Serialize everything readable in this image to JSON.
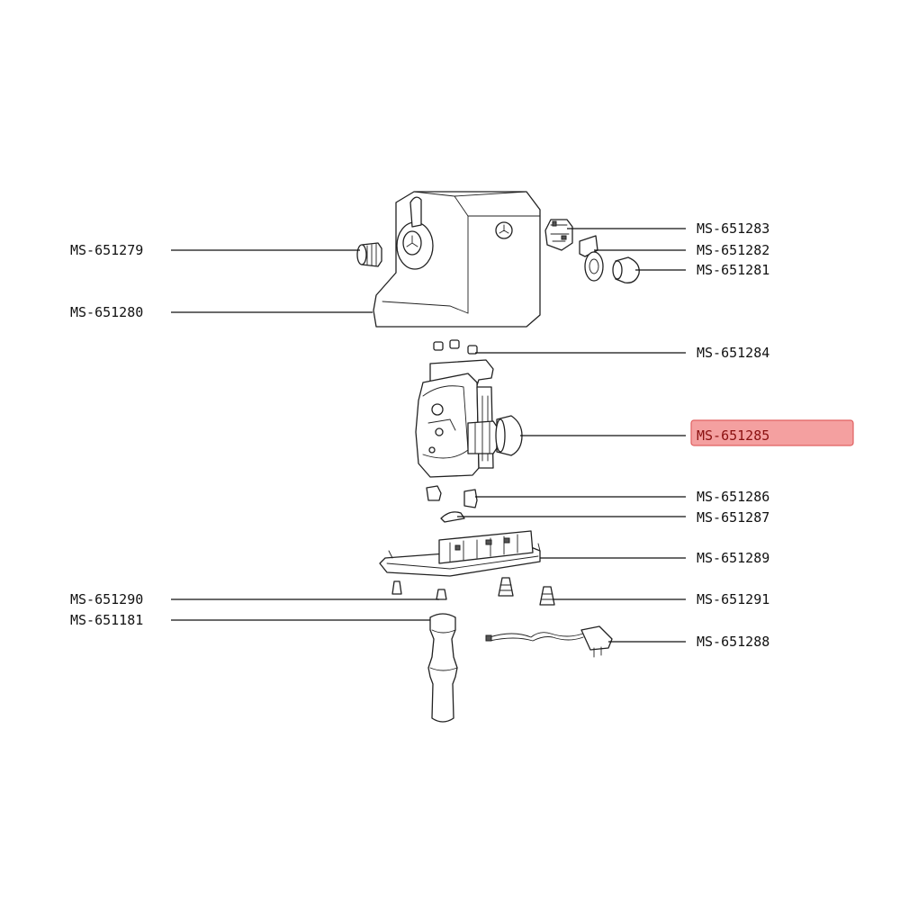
{
  "diagram": {
    "highlight_color": "#f4a0a0",
    "highlight_border": "#e06060",
    "labels": [
      {
        "id": "MS-651279",
        "text": "MS-651279",
        "side": "left"
      },
      {
        "id": "MS-651280",
        "text": "MS-651280",
        "side": "left"
      },
      {
        "id": "MS-651283",
        "text": "MS-651283",
        "side": "right"
      },
      {
        "id": "MS-651282",
        "text": "MS-651282",
        "side": "right"
      },
      {
        "id": "MS-651281",
        "text": "MS-651281",
        "side": "right"
      },
      {
        "id": "MS-651284",
        "text": "MS-651284",
        "side": "right"
      },
      {
        "id": "MS-651285",
        "text": "MS-651285",
        "side": "right",
        "highlighted": true
      },
      {
        "id": "MS-651286",
        "text": "MS-651286",
        "side": "right"
      },
      {
        "id": "MS-651287",
        "text": "MS-651287",
        "side": "right"
      },
      {
        "id": "MS-651289",
        "text": "MS-651289",
        "side": "right"
      },
      {
        "id": "MS-651290",
        "text": "MS-651290",
        "side": "left"
      },
      {
        "id": "MS-651291",
        "text": "MS-651291",
        "side": "right"
      },
      {
        "id": "MS-651181",
        "text": "MS-651181",
        "side": "left"
      },
      {
        "id": "MS-651288",
        "text": "MS-651288",
        "side": "right"
      }
    ]
  }
}
